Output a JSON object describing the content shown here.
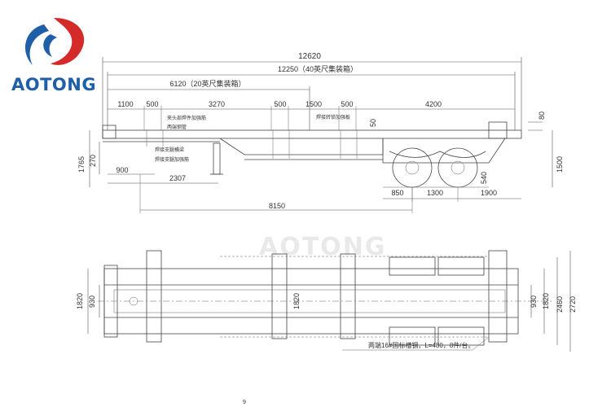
{
  "brand": {
    "name": "AOTONG",
    "logo_color_blue": "#1f5fa8",
    "logo_color_red": "#d42a2a"
  },
  "side_view": {
    "overall_length": "12620",
    "container_40ft": "12250（40英尺集装箱）",
    "container_20ft": "6120（20英尺集装箱）",
    "top_segments": [
      "1100",
      "500",
      "3270",
      "500",
      "1500",
      "500",
      "4200"
    ],
    "right_dims": [
      "80",
      "1500"
    ],
    "left_dims": [
      "1765",
      "270"
    ],
    "height_dim": "50",
    "notes": [
      "夹头部焊件加强筋",
      "两端钢管",
      "焊接支腿横梁",
      "焊接支腿加强筋",
      "焊接转锁加强板"
    ],
    "lower_dims": [
      "900",
      "2307"
    ],
    "axle_dims": [
      "540",
      "850",
      "1300",
      "1900"
    ],
    "kingpin_to_axle": "8150"
  },
  "top_view": {
    "left_dims": [
      "1820",
      "930"
    ],
    "center_dim": "1820",
    "right_dims": [
      "930",
      "1820",
      "2460",
      "2720"
    ],
    "note": "两端16#国标槽钢，L=480，8件/台。"
  },
  "watermark": "AOTONG",
  "bottom_mark": "9"
}
